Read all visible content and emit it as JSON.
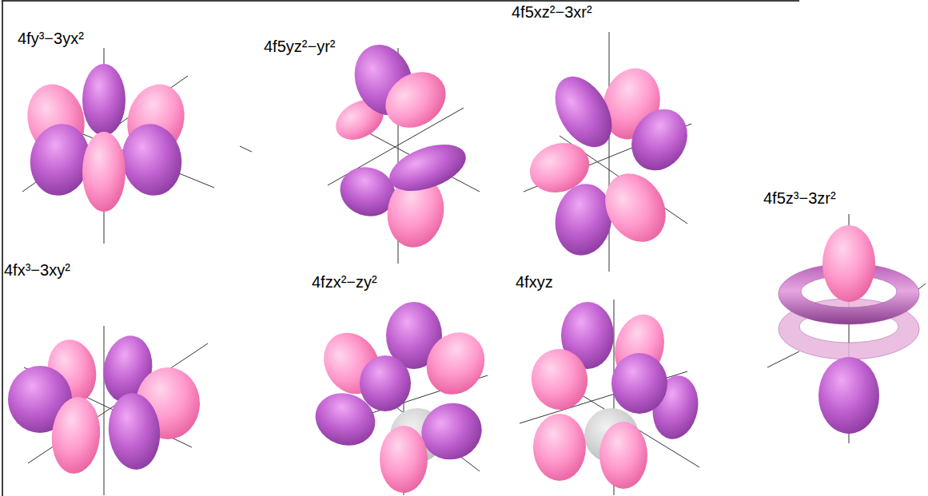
{
  "diagram": {
    "labels": [
      "4fy³−3yx²",
      "4f5yz²−yr²",
      "4f5xz²−3xr²",
      "4f5z³−3zr²",
      "4fx³−3xy²",
      "4fzx²−zy²",
      "4fxyz"
    ]
  }
}
